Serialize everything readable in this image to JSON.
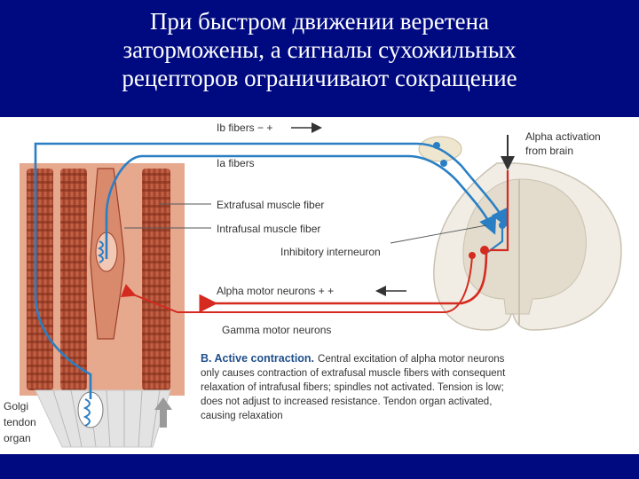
{
  "title_lines": [
    "При быстром движении веретена",
    "заторможены, а сигналы сухожильных",
    "рецепторов ограничивают сокращение"
  ],
  "labels": {
    "ib_fibers": "Ib fibers − +",
    "ia_fibers": "Ia fibers",
    "extrafusal": "Extrafusal muscle fiber",
    "intrafusal": "Intrafusal muscle fiber",
    "interneuron": "Inhibitory interneuron",
    "alpha_motor": "Alpha motor neurons + +",
    "gamma_motor": "Gamma motor neurons",
    "alpha_activation_1": "Alpha activation",
    "alpha_activation_2": "from brain",
    "golgi_1": "Golgi",
    "golgi_2": "tendon",
    "golgi_3": "organ"
  },
  "caption": {
    "lead": "B. Active contraction.",
    "line1": "Central excitation of alpha motor neurons",
    "line2": "only causes contraction of extrafusal muscle fibers with consequent",
    "line3": "relaxation of intrafusal fibers; spindles not activated. Tension is low;",
    "line4": "does not adjust to increased resistance. Tendon organ activated,",
    "line5": "causing relaxation"
  },
  "colors": {
    "background": "#000a80",
    "sensory": "#2a7fc4",
    "motor": "#d42a1f",
    "muscle": "#b5533a",
    "muscle_light": "#e6a98e"
  }
}
